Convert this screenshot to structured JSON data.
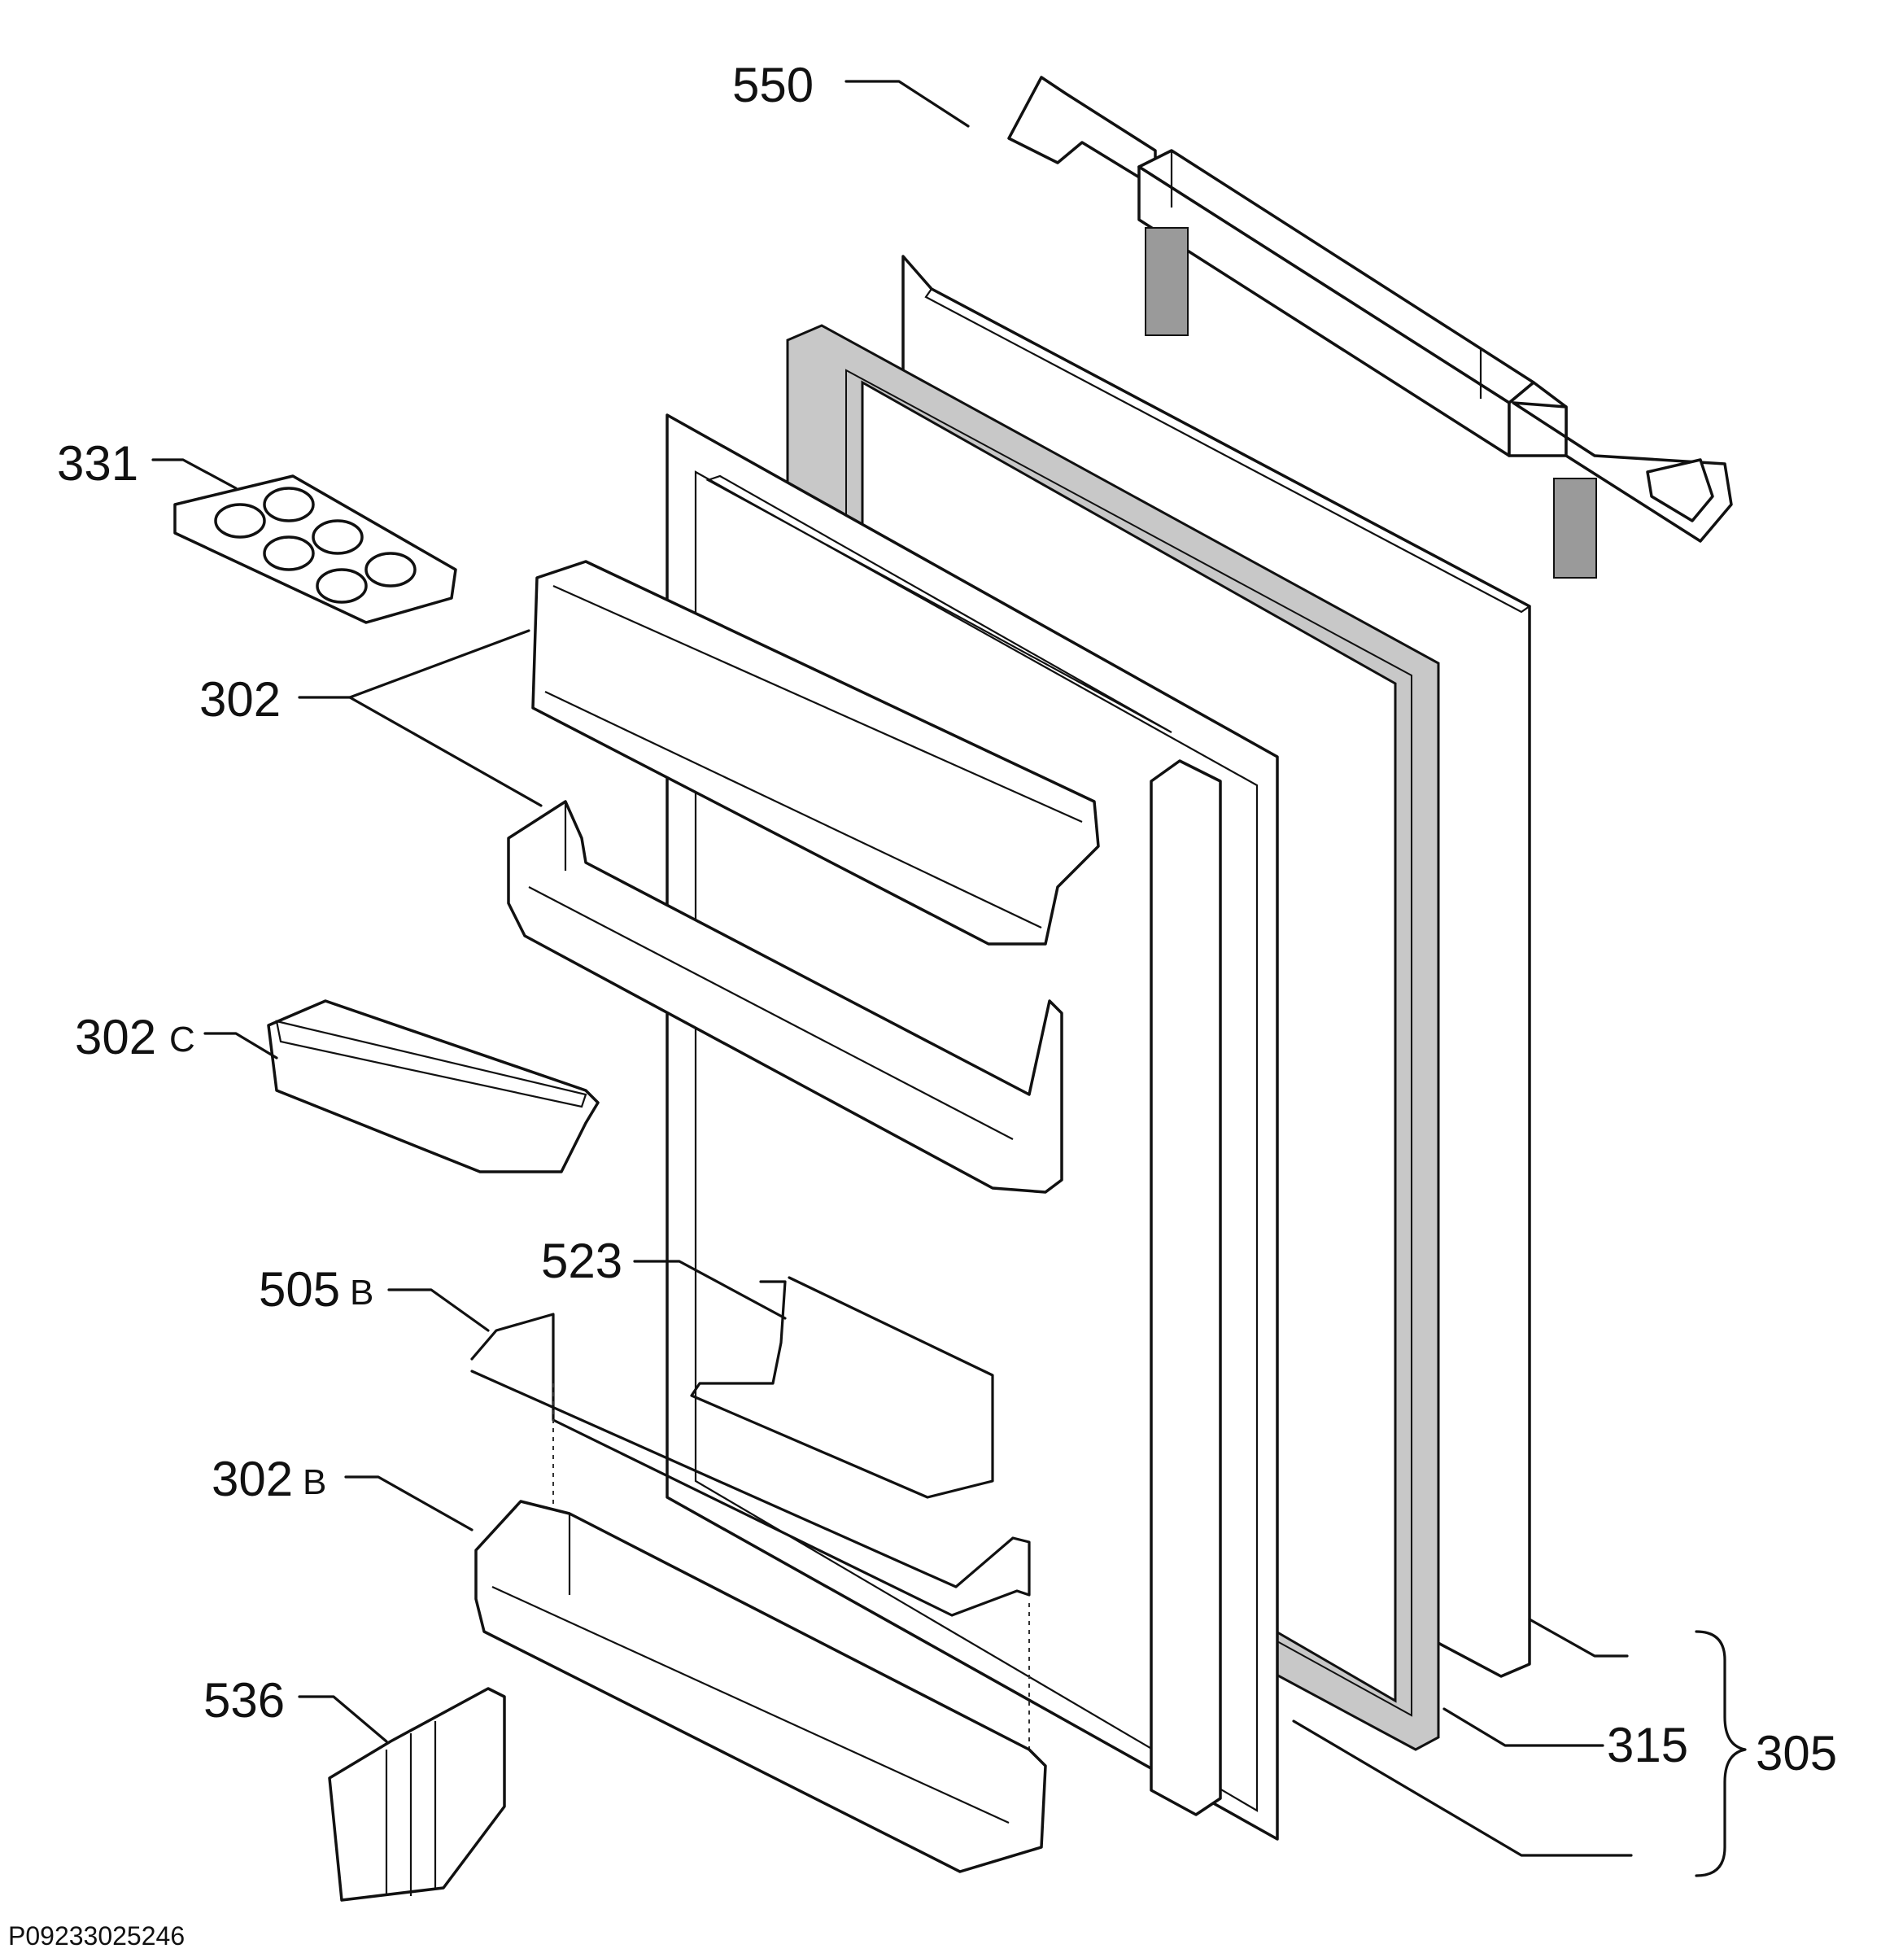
{
  "diagram": {
    "labels": {
      "l550": "550",
      "l331": "331",
      "l302": "302",
      "l302c_num": "302",
      "l302c_suf": "C",
      "l523": "523",
      "l505b_num": "505",
      "l505b_suf": "B",
      "l302b_num": "302",
      "l302b_suf": "B",
      "l536": "536",
      "l315": "315",
      "l305": "305"
    },
    "drawing_code": "P09233025246"
  }
}
